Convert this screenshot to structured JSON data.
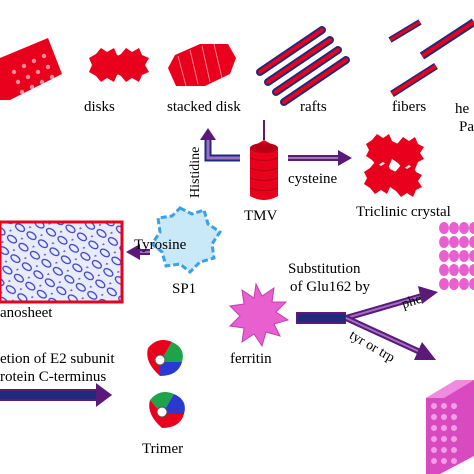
{
  "labels": {
    "disks": "disks",
    "stacked_disk": "stacked disk",
    "rafts": "rafts",
    "fibers": "fibers",
    "hetero_cut": "he",
    "pa_cut": "Pa",
    "histidine": "Histidine",
    "cysteine": "cysteine",
    "tmv": "TMV",
    "triclinic": "Triclinic crystal",
    "tyrosine": "Tyrosine",
    "sp1": "SP1",
    "nanosheet": "anosheet",
    "substitution_1": "Substitution",
    "substitution_2": "of Glu162 by",
    "phe": "phe",
    "tyr_trp": "tyr or trp",
    "ferritin": "ferritin",
    "deletion_1": "etion of E2 subunit",
    "deletion_2": "rotein C-terminus",
    "trimer": "Trimer"
  },
  "colors": {
    "protein_red": "#e8001c",
    "rod_navy": "#1f2a7a",
    "arrow_purple": "#5b1a7a",
    "pink": "#e85fd0",
    "sp1_fill": "#c9e8f8",
    "sp1_stroke": "#3aa0e8",
    "green": "#1ea34a",
    "blue_lattice": "#3a3ac0"
  }
}
